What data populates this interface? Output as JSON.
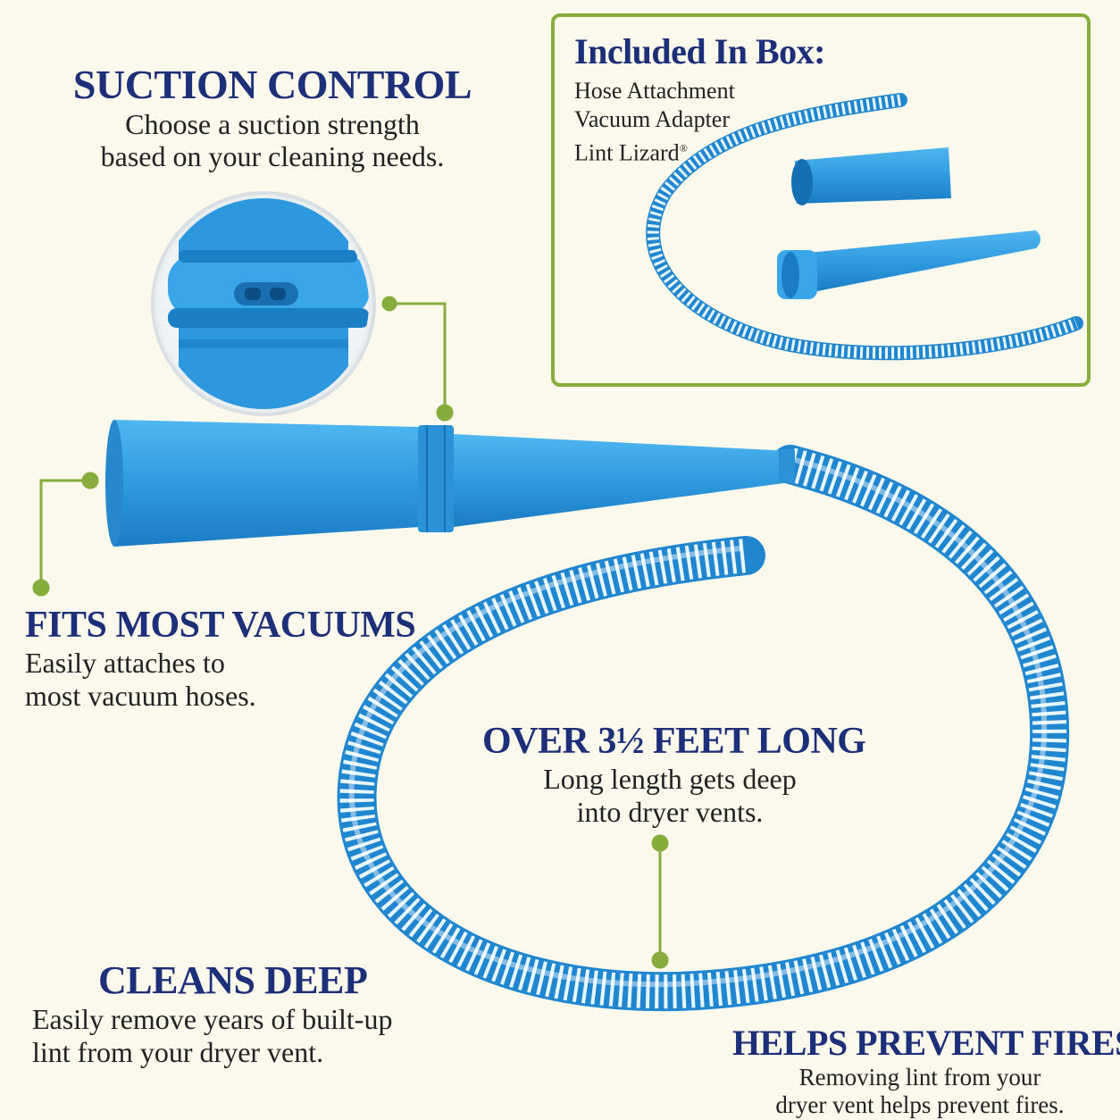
{
  "box": {
    "title": "Included In Box:",
    "items": [
      "Hose Attachment",
      "Vacuum Adapter",
      "Lint Lizard"
    ],
    "trademark": "®"
  },
  "suction": {
    "heading": "SUCTION CONTROL",
    "lines": [
      "Choose a suction strength",
      "based on your cleaning needs."
    ]
  },
  "fits": {
    "heading": "FITS MOST VACUUMS",
    "lines": [
      "Easily attaches to",
      "most vacuum hoses."
    ]
  },
  "length": {
    "heading": "OVER 3½ FEET LONG",
    "lines": [
      "Long length gets deep",
      "into dryer vents."
    ]
  },
  "cleans": {
    "heading": "CLEANS DEEP",
    "lines": [
      "Easily remove years of built-up",
      "lint from your dryer vent."
    ]
  },
  "fires": {
    "heading": "HELPS PREVENT FIRES",
    "lines": [
      "Removing lint from your",
      "dryer vent helps prevent fires."
    ]
  },
  "colors": {
    "background": "#fbf8ec",
    "heading": "#1c2f78",
    "accent_green": "#86ad3c",
    "product_blue": "#2f9be0"
  }
}
